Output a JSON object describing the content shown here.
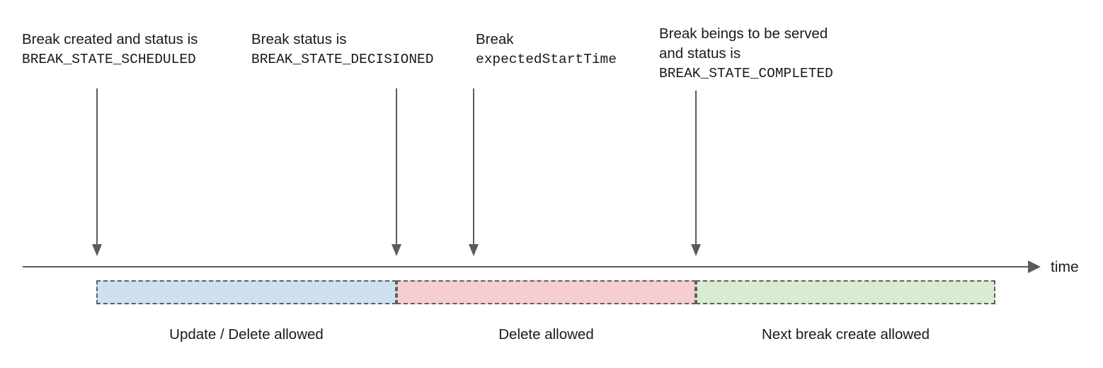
{
  "diagram": {
    "axis": {
      "label": "time",
      "arrow_direction": "right"
    },
    "events": [
      {
        "id": "created",
        "lines": [
          {
            "text": "Break created and status is",
            "mono": false
          },
          {
            "text": "BREAK_STATE_SCHEDULED",
            "mono": true
          }
        ]
      },
      {
        "id": "decisioned",
        "lines": [
          {
            "text": "Break status is",
            "mono": false
          },
          {
            "text": "BREAK_STATE_DECISIONED",
            "mono": true
          }
        ]
      },
      {
        "id": "expected-start",
        "lines": [
          {
            "text": "Break",
            "mono": false
          },
          {
            "text": "expectedStartTime",
            "mono": true
          }
        ]
      },
      {
        "id": "completed",
        "lines": [
          {
            "text": "Break beings to be served",
            "mono": false
          },
          {
            "text": "and status is",
            "mono": false
          },
          {
            "text": "BREAK_STATE_COMPLETED",
            "mono": true
          }
        ]
      }
    ],
    "phases": [
      {
        "id": "update-delete",
        "caption": "Update / Delete allowed",
        "color": "#cfe0f0"
      },
      {
        "id": "delete-only",
        "caption": "Delete allowed",
        "color": "#f6ced1"
      },
      {
        "id": "next-create",
        "caption": "Next break create allowed",
        "color": "#d9ecd3"
      }
    ],
    "colors": {
      "stroke": "#5b5b5b",
      "dash_border": "#5f5f5f",
      "text": "#1a1a1a"
    }
  }
}
